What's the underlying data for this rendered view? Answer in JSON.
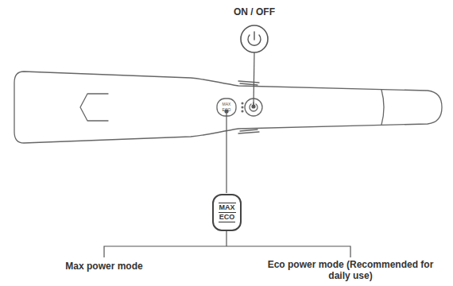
{
  "diagram": {
    "nodes": [
      {
        "text": [
          "MAX",
          "ECO"
        ]
      }
    ],
    "labels": [
      "ON / OFF",
      "MAX",
      "ECO",
      "Max power mode",
      "Eco power mode (Recommended for daily use)"
    ]
  }
}
